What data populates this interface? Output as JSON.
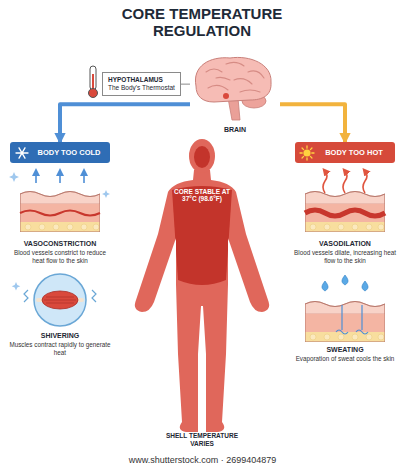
{
  "diagram": {
    "title": "CORE TEMPERATURE REGULATION",
    "nodes": [
      {
        "text": [
          "HYPOTHALAMUS",
          "The Body's Thermostat"
        ]
      },
      {
        "text": [
          "BRAIN"
        ]
      },
      {
        "text": [
          "BODY TOO COLD"
        ]
      },
      {
        "text": [
          "BODY TOO HOT"
        ]
      },
      {
        "text": [
          "CORE STABLE AT 37°C (98.6°F)",
          "SHELL TEMPERATURE VARIES"
        ]
      },
      {
        "text": [
          "VASOCONSTRICTION",
          "Blood vessels constrict to reduce heat flow to the skin"
        ]
      },
      {
        "text": [
          "VASODILATION",
          "Blood vessels dilate, increasing heat flow to the skin"
        ]
      },
      {
        "text": [
          "SHIVERING",
          "Muscles contract rapidly to generate heat"
        ]
      },
      {
        "text": [
          "SWEATING",
          "Evaporation of sweat cools the skin"
        ]
      }
    ],
    "edges": [
      {
        "from": 0,
        "to": 1,
        "arrow": "none"
      },
      {
        "from": 1,
        "to": 2,
        "arrow": "to"
      },
      {
        "from": 1,
        "to": 3,
        "arrow": "to"
      }
    ],
    "labels": [
      "www.shutterstock.com · 2699404879"
    ]
  }
}
